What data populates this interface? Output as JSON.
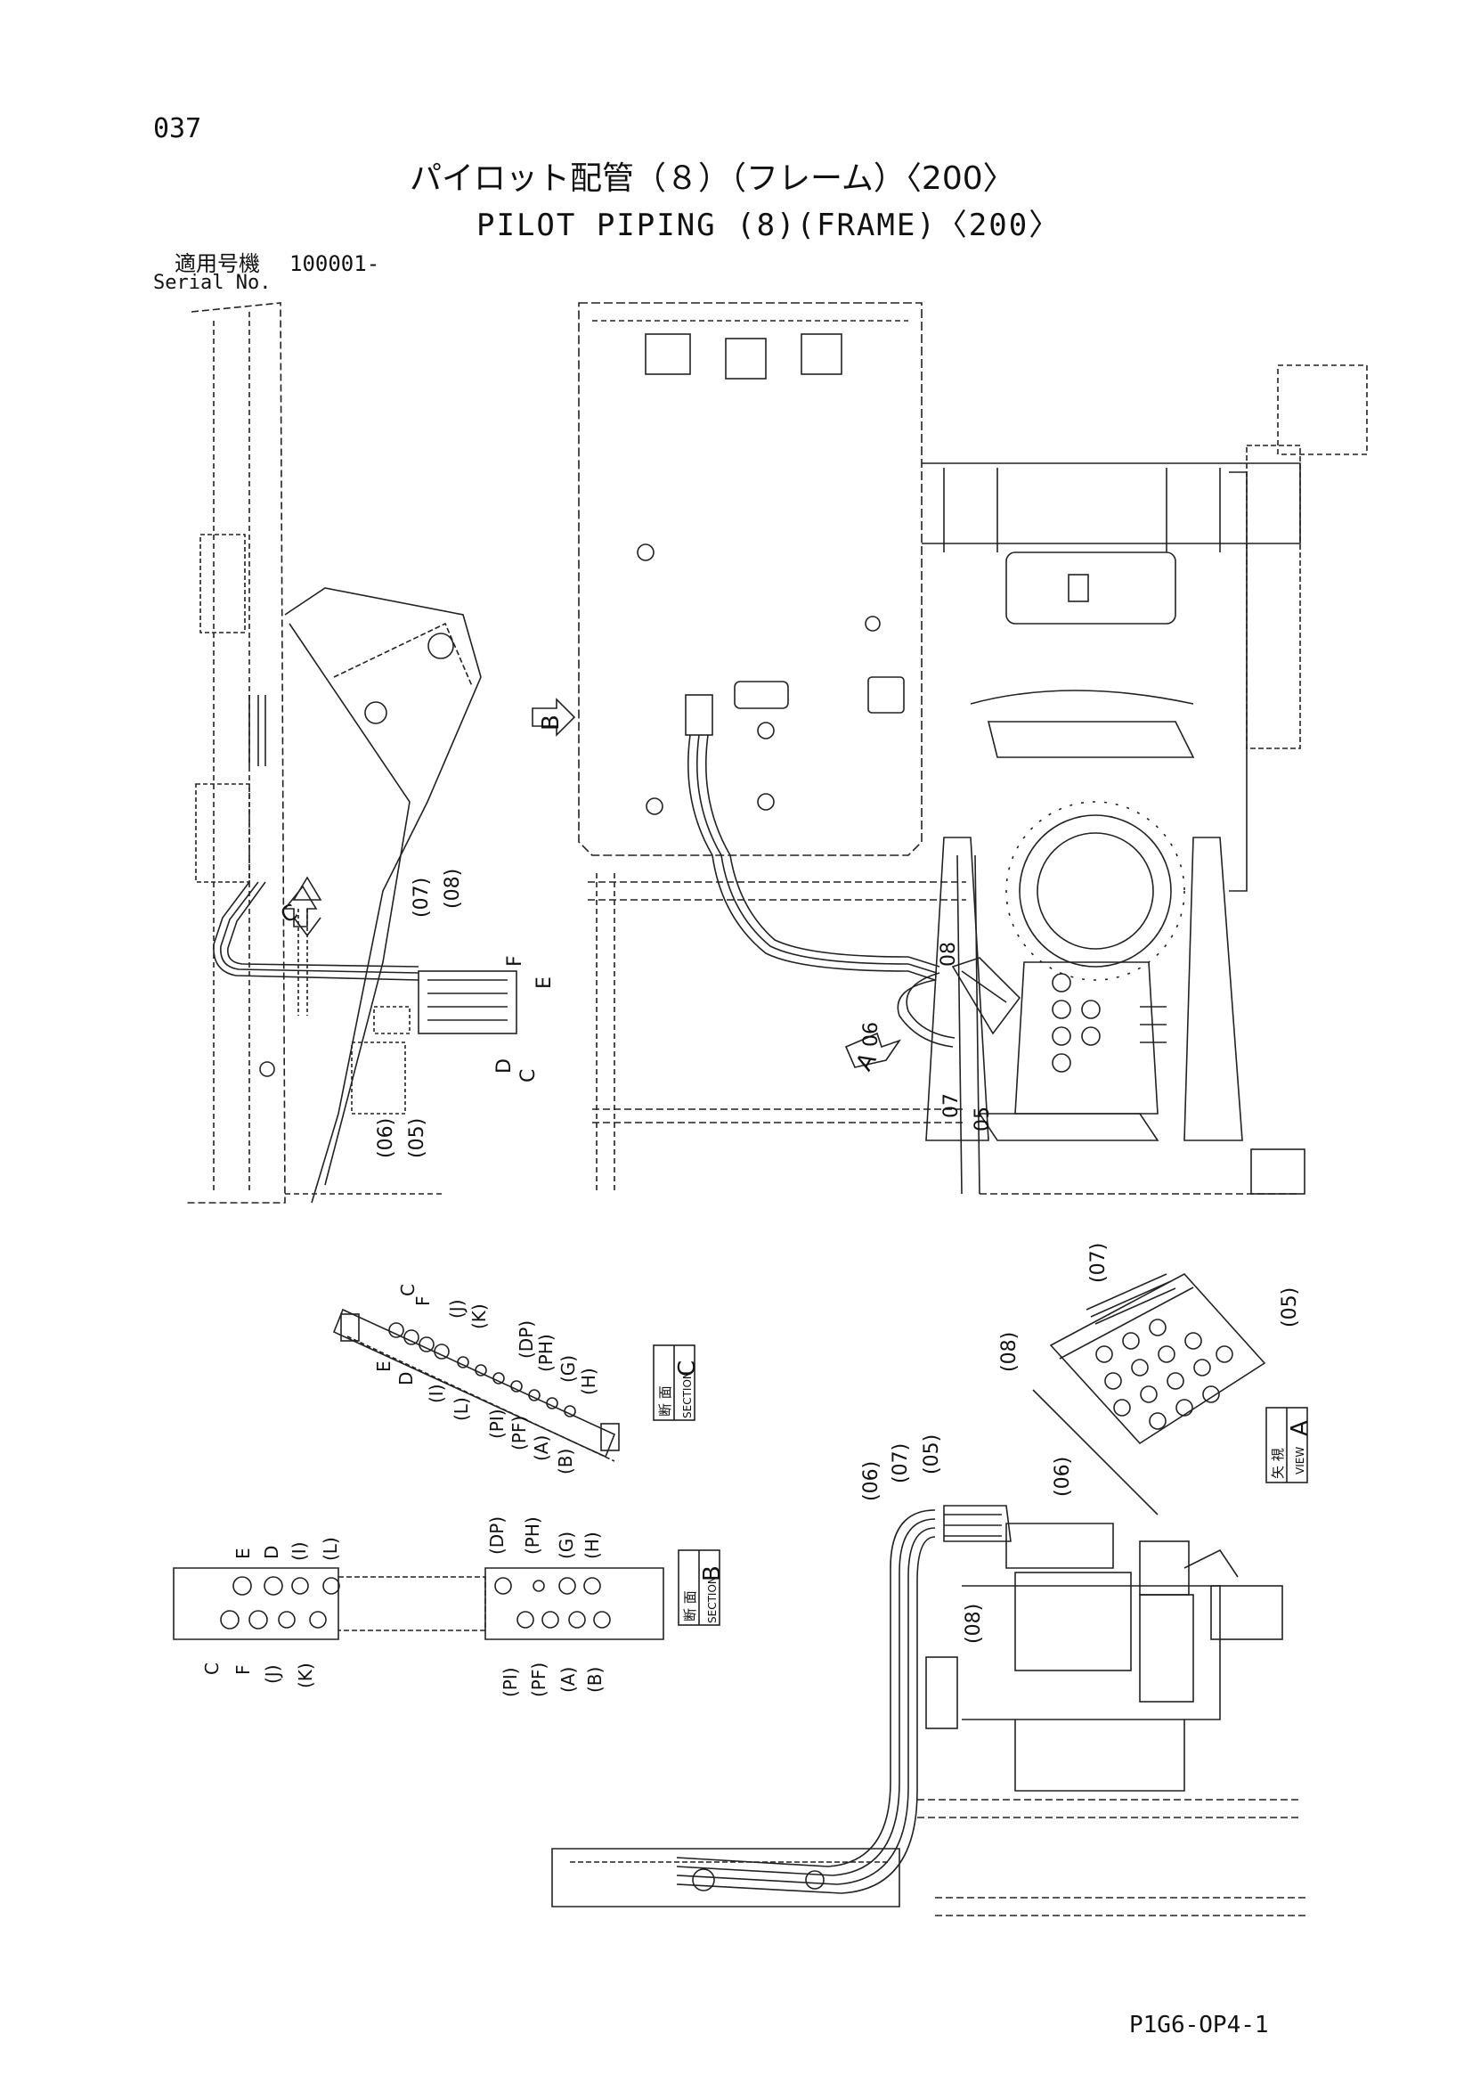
{
  "header": {
    "page_number": "037",
    "title_jp": "パイロット配管（８）（フレーム）〈200〉",
    "title_en": "PILOT PIPING (8)(FRAME)〈200〉",
    "serial_label_jp": "適用号機",
    "serial_label_en": "Serial No.",
    "serial_value": "100001-"
  },
  "callouts": {
    "left_view": [
      "(07)",
      "(08)",
      "F",
      "E",
      "C",
      "D",
      "(06)",
      "(05)"
    ],
    "center_view": [
      "08",
      "06",
      "07",
      "05"
    ],
    "view_a": [
      "(07)",
      "(05)",
      "(08)",
      "(06)"
    ],
    "lower_view": [
      "(07)",
      "(05)",
      "(06)",
      "(08)"
    ]
  },
  "view_markers": {
    "a": "A",
    "b": "B",
    "c": "C"
  },
  "section_c": {
    "label_jp": "断 面",
    "label_en": "SECTION",
    "letter": "C",
    "ports_upper": [
      "C",
      "F",
      "(J)",
      "(K)",
      "(DP)",
      "(PH)",
      "(G)",
      "(H)"
    ],
    "ports_lower": [
      "E",
      "D",
      "(I)",
      "(L)",
      "(PI)",
      "(PF)",
      "(A)",
      "(B)"
    ]
  },
  "section_b": {
    "label_jp": "断 面",
    "label_en": "SECTION",
    "letter": "B",
    "top_left": [
      "E",
      "D",
      "(I)",
      "(L)"
    ],
    "bottom_left": [
      "C",
      "F",
      "(J)",
      "(K)"
    ],
    "top_right": [
      "(DP)",
      "(PH)",
      "(G)",
      "(H)"
    ],
    "bottom_right": [
      "(PI)",
      "(PF)",
      "(A)",
      "(B)"
    ]
  },
  "view_a_box": {
    "label_jp": "矢 視",
    "label_en": "VIEW",
    "letter": "A"
  },
  "footer": {
    "drawing_code": "P1G6-OP4-1"
  }
}
